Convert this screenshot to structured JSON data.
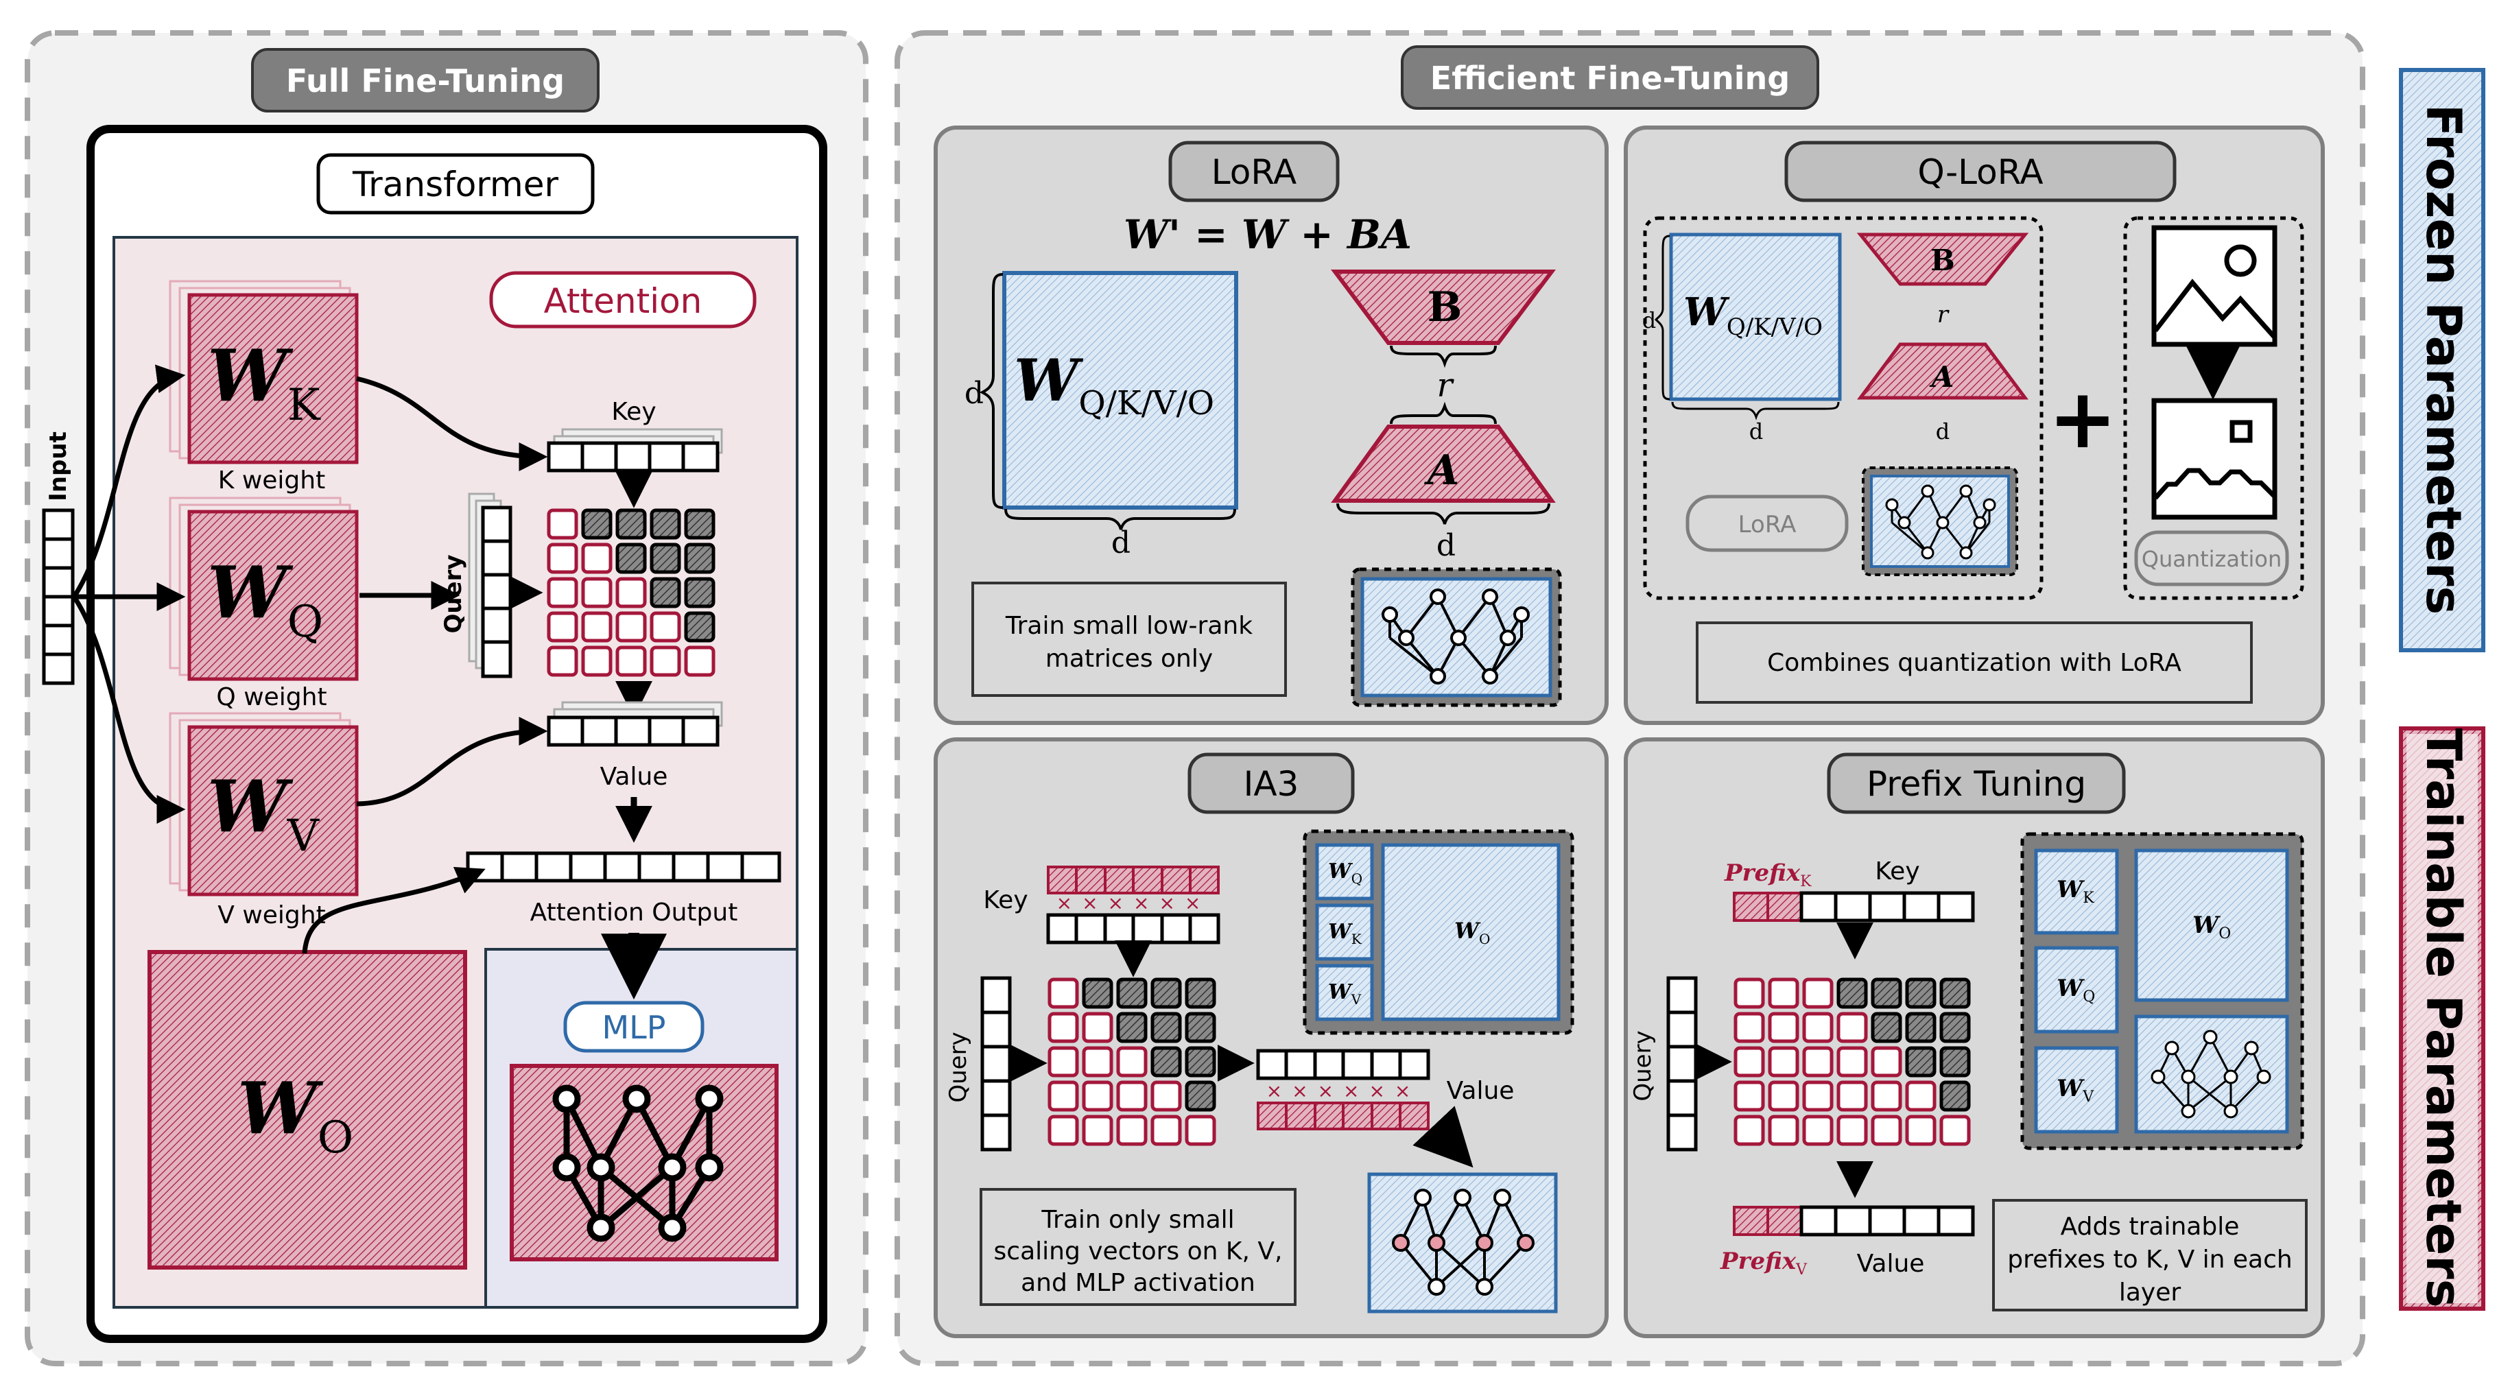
{
  "full": {
    "title": "Full Fine-Tuning",
    "transformer": "Transformer",
    "attention": "Attention",
    "input": "Input",
    "k_weight": "K weight",
    "q_weight": "Q weight",
    "v_weight": "V weight",
    "key": "Key",
    "query": "Query",
    "value": "Value",
    "attention_output": "Attention Output",
    "mlp": "MLP",
    "w": "W",
    "sub_k": "K",
    "sub_q": "Q",
    "sub_v": "V",
    "sub_o": "O"
  },
  "efficient": {
    "title": "Efficient Fine-Tuning",
    "lora": {
      "title": "LoRA",
      "formula": "W' = W + BA",
      "w_label": "W",
      "w_sub": "Q/K/V/O",
      "dim_d": "d",
      "rank_r": "r",
      "b": "B",
      "a": "A",
      "desc": "Train small low-rank matrices only"
    },
    "qlora": {
      "title": "Q-LoRA",
      "w_label": "W",
      "w_sub": "Q/K/V/O",
      "dim_d": "d",
      "rank_r": "r",
      "b": "B",
      "a": "A",
      "lora_tag": "LoRA",
      "quant_tag": "Quantization",
      "plus": "+",
      "desc": "Combines quantization with LoRA"
    },
    "ia3": {
      "title": "IA3",
      "key": "Key",
      "query": "Query",
      "value": "Value",
      "w": "W",
      "sub_q": "Q",
      "sub_k": "K",
      "sub_v": "V",
      "sub_o": "O",
      "desc": "Train only small scaling vectors on K, V, and MLP activation"
    },
    "prefix": {
      "title": "Prefix Tuning",
      "prefix": "Prefix",
      "sub_k": "K",
      "sub_v": "V",
      "key": "Key",
      "query": "Query",
      "value": "Value",
      "w": "W",
      "sub_q": "Q",
      "sub_o": "O",
      "desc": "Adds trainable prefixes to K, V in each layer"
    }
  },
  "legend": {
    "frozen": "Frozen Parameters",
    "trainable": "Trainable Parameters"
  },
  "colors": {
    "red": "#a4173b",
    "blue": "#2f6aa8",
    "gray_panel": "#d9d9d9",
    "pink_bg": "#f2e6e8",
    "lavender_bg": "#e6e6f2",
    "hatch_blue": "#cfe0f0",
    "hatch_red": "#e8c8d0"
  }
}
